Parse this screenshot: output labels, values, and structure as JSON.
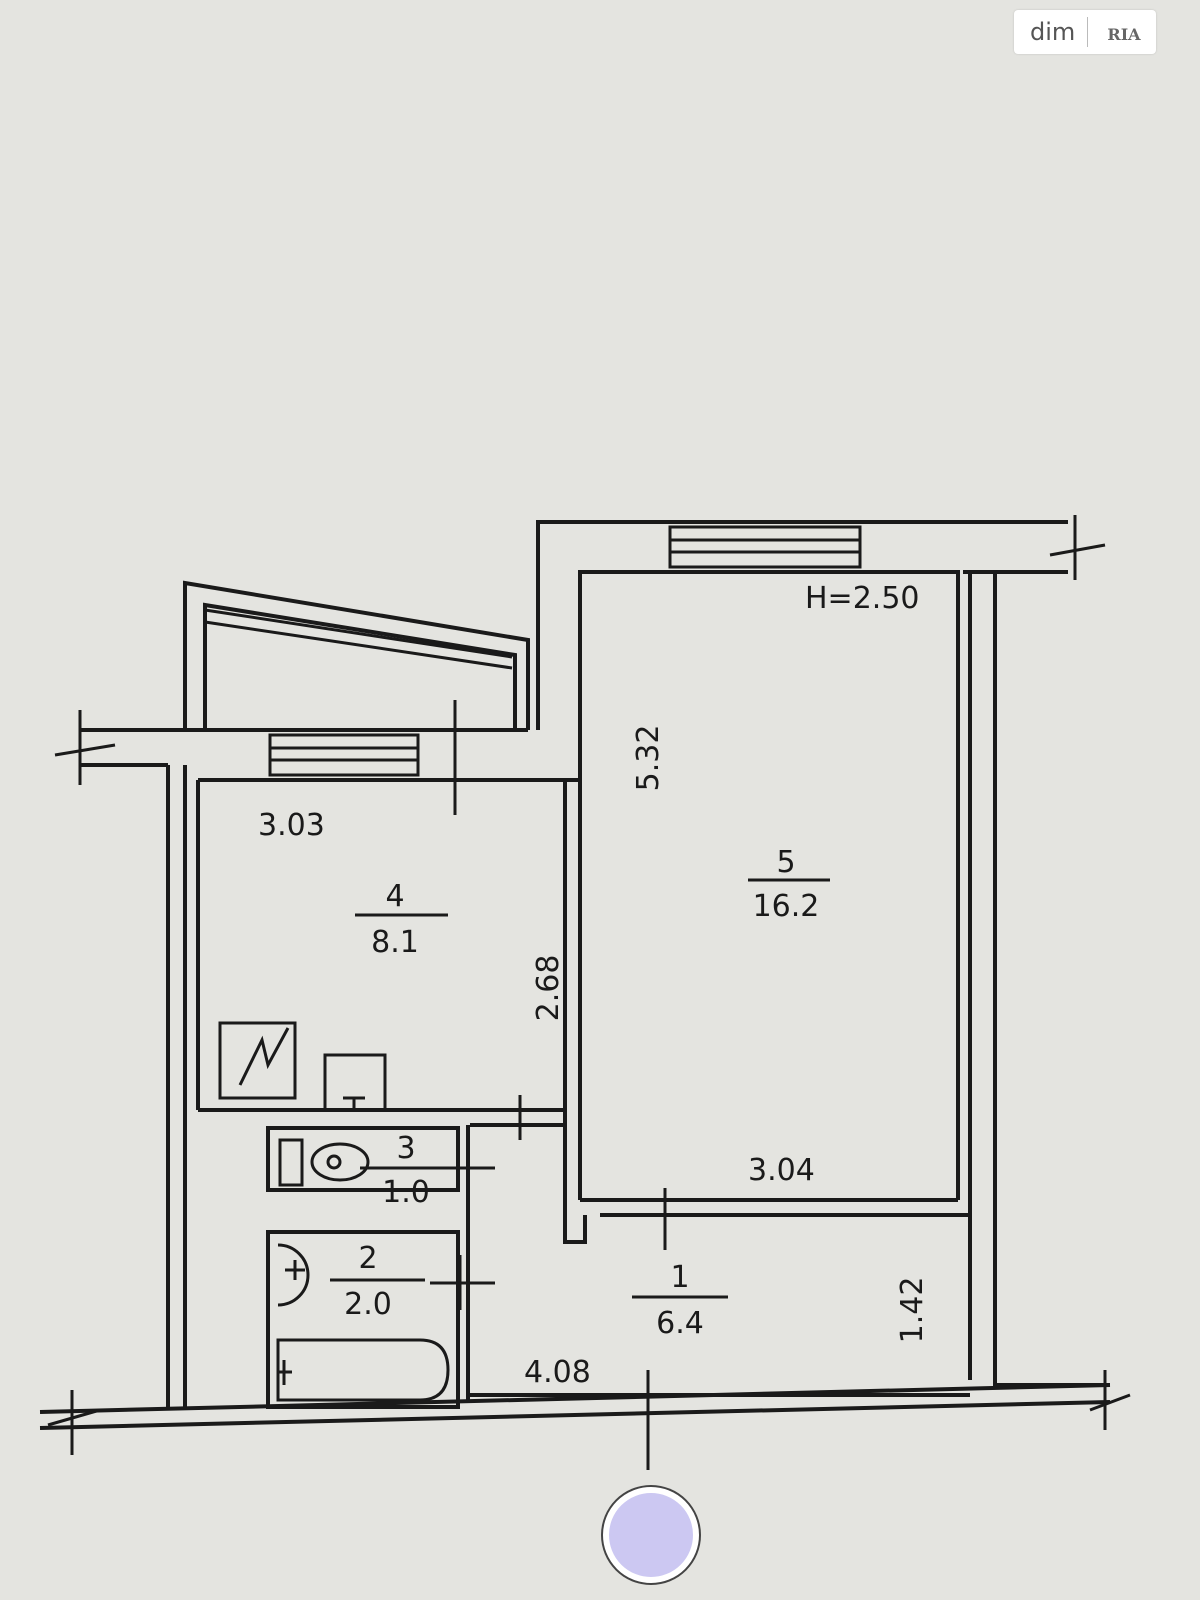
{
  "watermark": {
    "text": "dim",
    "logo": "RIA"
  },
  "ceiling_height": "H=2.50",
  "rooms": [
    {
      "number": "1",
      "area": "6.4"
    },
    {
      "number": "2",
      "area": "2.0"
    },
    {
      "number": "3",
      "area": "1.0"
    },
    {
      "number": "4",
      "area": "8.1"
    },
    {
      "number": "5",
      "area": "16.2"
    }
  ],
  "dimensions": {
    "kitchen_width": "3.03",
    "kitchen_depth": "2.68",
    "living_length": "5.32",
    "living_width": "3.04",
    "hall_length": "4.08",
    "hall_width": "1.42"
  },
  "icons": {
    "stove": "stove-icon",
    "sink": "sink-icon",
    "toilet": "toilet-icon",
    "bathtub": "bathtub-icon",
    "nav_button": "circle-button-icon"
  }
}
